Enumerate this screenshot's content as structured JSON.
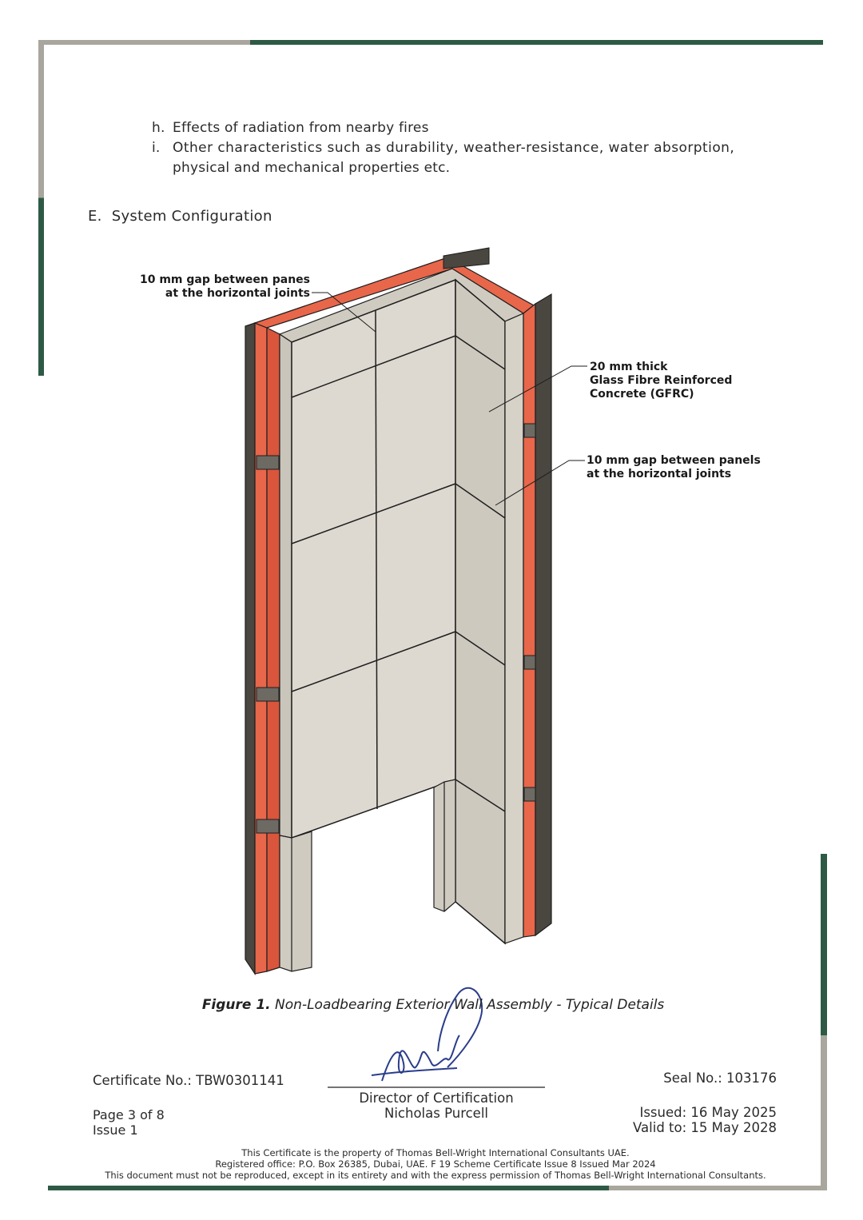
{
  "list": {
    "h": {
      "marker": "h.",
      "text": "Effects of radiation from nearby fires"
    },
    "i": {
      "marker": "i.",
      "line1": "Other characteristics such as durability, weather-resistance, water absorption,",
      "line2": "physical and mechanical properties etc."
    }
  },
  "section": {
    "title": "E.  System Configuration"
  },
  "figure": {
    "callout_top_line1": "10 mm gap between panes",
    "callout_top_line2": "at the horizontal joints",
    "callout_gfrc_line1": "20 mm thick",
    "callout_gfrc_line2": "Glass Fibre Reinforced",
    "callout_gfrc_line3": "Concrete (GFRC)",
    "callout_gap_line1": "10 mm gap between panels",
    "callout_gap_line2": "at the horizontal joints",
    "caption_label": "Figure 1.",
    "caption_text": " Non-Loadbearing Exterior Wall Assembly - Typical Details"
  },
  "footer": {
    "certificate_no": "Certificate No.: TBW0301141",
    "page": "Page 3 of 8",
    "issue": "Issue 1",
    "signatory_title": "Director of Certification",
    "signatory_name": "Nicholas Purcell",
    "seal_no": "Seal No.: 103176",
    "issued": "Issued: 16 May 2025",
    "valid": "Valid to: 15 May 2028",
    "legal_line1": "This Certificate is the property of Thomas Bell-Wright International Consultants UAE.",
    "legal_line2": "Registered office: P.O. Box 26385, Dubai, UAE. F 19 Scheme Certificate Issue 8 Issued Mar 2024",
    "legal_line3": "This document must not be reproduced, except in its entirety and with the express permission of Thomas Bell-Wright International Consultants."
  },
  "colors": {
    "frame_green": "#2e5a45",
    "frame_grey": "#9a9890",
    "insulation": "#e8664a",
    "panel": "#ddd9d0"
  }
}
